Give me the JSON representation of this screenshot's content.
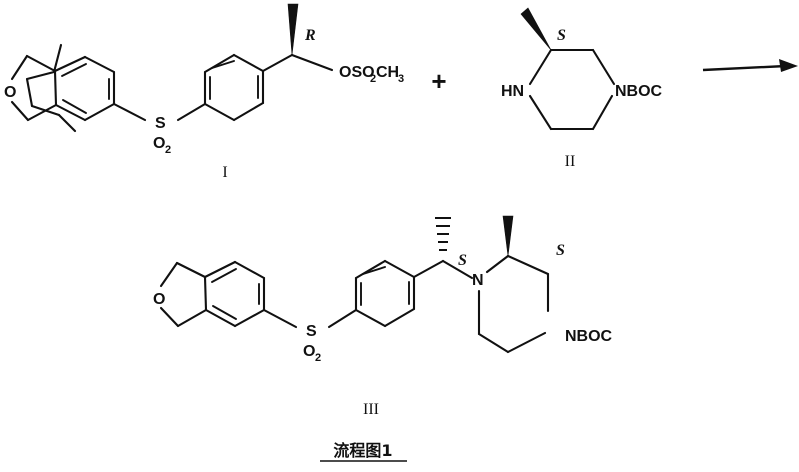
{
  "figure": {
    "caption": "流程图1",
    "caption_underlined": true,
    "type": "chemical-reaction-scheme",
    "background": "#ffffff",
    "ink_color": "#111111"
  },
  "reactants": [
    {
      "id": "I",
      "number_label": "I",
      "name": "reactant-one",
      "stereo_descriptor": "R",
      "labels": {
        "ether_oxygen": "O",
        "sulfonyl_s": "S",
        "sulfonyl_o2": "O",
        "sulfonyl_o2_sub": "2",
        "mesylate_main": "OSO",
        "mesylate_sub1": "2",
        "mesylate_mid": "CH",
        "mesylate_sub2": "3"
      }
    },
    {
      "id": "II",
      "number_label": "II",
      "name": "reactant-two",
      "stereo_descriptor": "S",
      "labels": {
        "amine_nh": "HN",
        "boc_nitrogen": "NBOC"
      }
    }
  ],
  "operator": {
    "plus": "+"
  },
  "arrow": {
    "direction": "right",
    "label": ""
  },
  "product": {
    "id": "III",
    "number_label": "III",
    "name": "product-three",
    "stereo_descriptor_left": "S",
    "stereo_descriptor_right": "S",
    "labels": {
      "ether_oxygen": "O",
      "sulfonyl_s": "S",
      "sulfonyl_o2": "O",
      "sulfonyl_o2_sub": "2",
      "ring_nitrogen": "N",
      "boc_nitrogen": "NBOC"
    }
  },
  "chart_data": {
    "type": "diagram",
    "title": "流程图1",
    "nodes": [
      "I",
      "II",
      "III"
    ],
    "edges": [
      {
        "from": "I + II",
        "to": "III",
        "style": "reaction-arrow"
      }
    ]
  }
}
